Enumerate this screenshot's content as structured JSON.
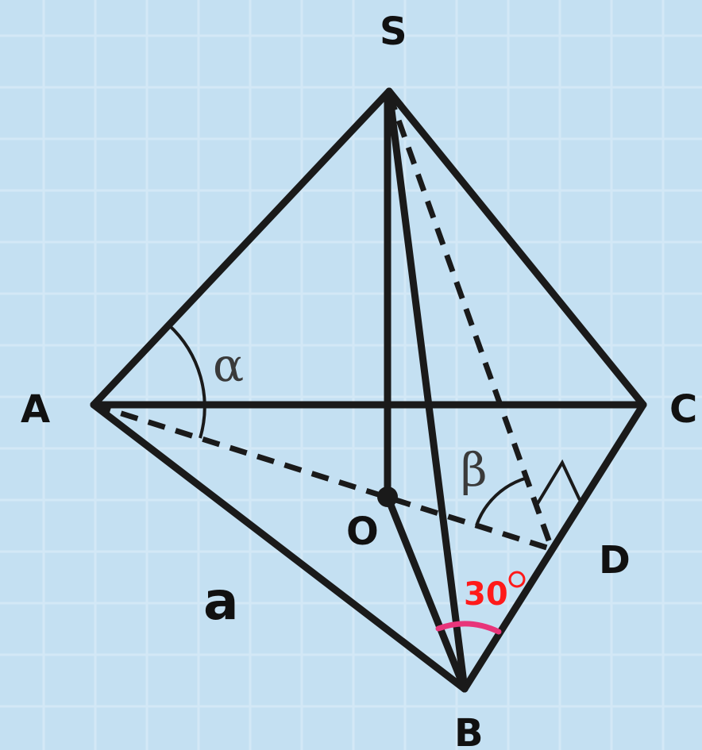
{
  "diagram": {
    "vertices": {
      "S": "S",
      "A": "A",
      "B": "B",
      "C": "C",
      "O": "O",
      "D": "D"
    },
    "angles": {
      "alpha": "α",
      "beta": "β",
      "base_angle": "30"
    },
    "side_label": "a",
    "colors": {
      "background": "#c4e0f2",
      "grid": "#d3e8f6",
      "lines": "#1a1a1a",
      "angle_text": "#ff1a1a",
      "angle_arc": "#e8357a"
    }
  }
}
